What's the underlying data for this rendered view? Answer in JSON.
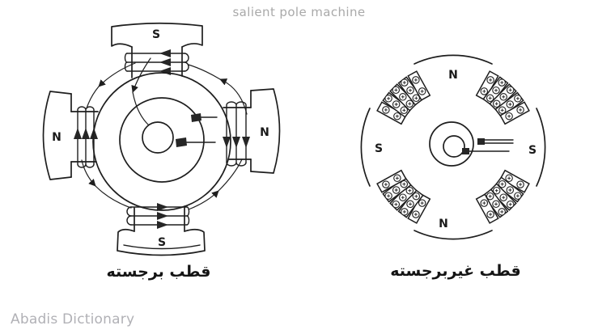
{
  "page": {
    "title": "salient pole machine",
    "watermark": "Abadis Dictionary",
    "colors": {
      "background": "#ffffff",
      "line": "#1e1e1e",
      "muted_text": "#a9a9a9",
      "caption_text": "#141414"
    }
  },
  "left_machine": {
    "caption": "قطب برجسته",
    "pole_labels": {
      "top": "S",
      "left": "N",
      "right": "N",
      "bottom": "S"
    }
  },
  "right_machine": {
    "caption": "قطب غیربرجسته",
    "pole_labels": {
      "top": "N",
      "left": "S",
      "right": "S",
      "bottom": "N"
    }
  }
}
